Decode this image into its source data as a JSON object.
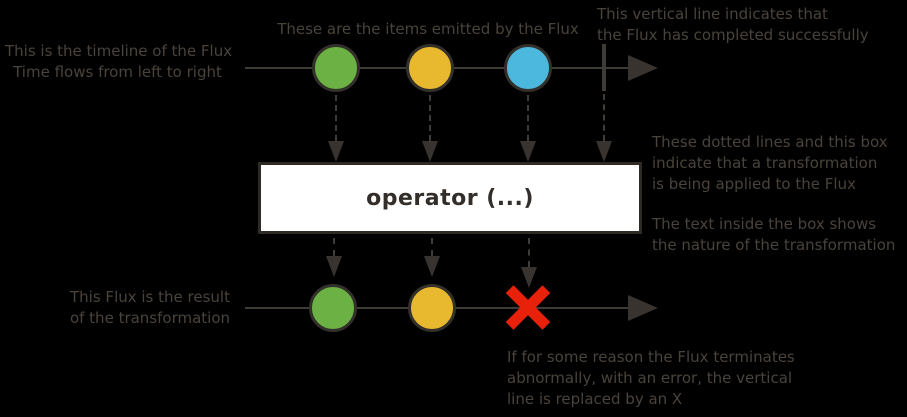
{
  "colors": {
    "background": "#000000",
    "line": "#3f3c38",
    "arrow": "#38332e",
    "circle_stroke": "#33302b",
    "green": "#6cb144",
    "yellow": "#e8b82e",
    "blue": "#4db8dd",
    "red": "#e8220a",
    "box_bg": "#ffffff",
    "box_border": "#2e2b26",
    "annotation_text": "#4a433b",
    "operator_text": "#332e29"
  },
  "annotations": {
    "timeline": {
      "line1": "This is the timeline of the Flux",
      "line2": "Time flows from left to right"
    },
    "items": {
      "line1": "These are the items emitted by the Flux"
    },
    "complete": {
      "line1": "This vertical line indicates that",
      "line2": "the Flux has completed successfully"
    },
    "transform": {
      "line1": "These dotted lines and this box",
      "line2": "indicate that a transformation",
      "line3": "is being applied to the Flux"
    },
    "box_text": {
      "line1": "The text inside the box shows",
      "line2": "the nature of the transformation"
    },
    "result": {
      "line1": "This Flux is the result",
      "line2": "of the transformation"
    },
    "error": {
      "line1": "If for some reason the Flux terminates",
      "line2": "abnormally, with an error, the vertical",
      "line3": "line is replaced by an X"
    }
  },
  "operator_box": {
    "label": "operator (...)"
  },
  "source_flux": {
    "items": [
      "green",
      "yellow",
      "blue"
    ],
    "terminal": "complete"
  },
  "result_flux": {
    "items": [
      "green",
      "yellow"
    ],
    "terminal": "error"
  }
}
